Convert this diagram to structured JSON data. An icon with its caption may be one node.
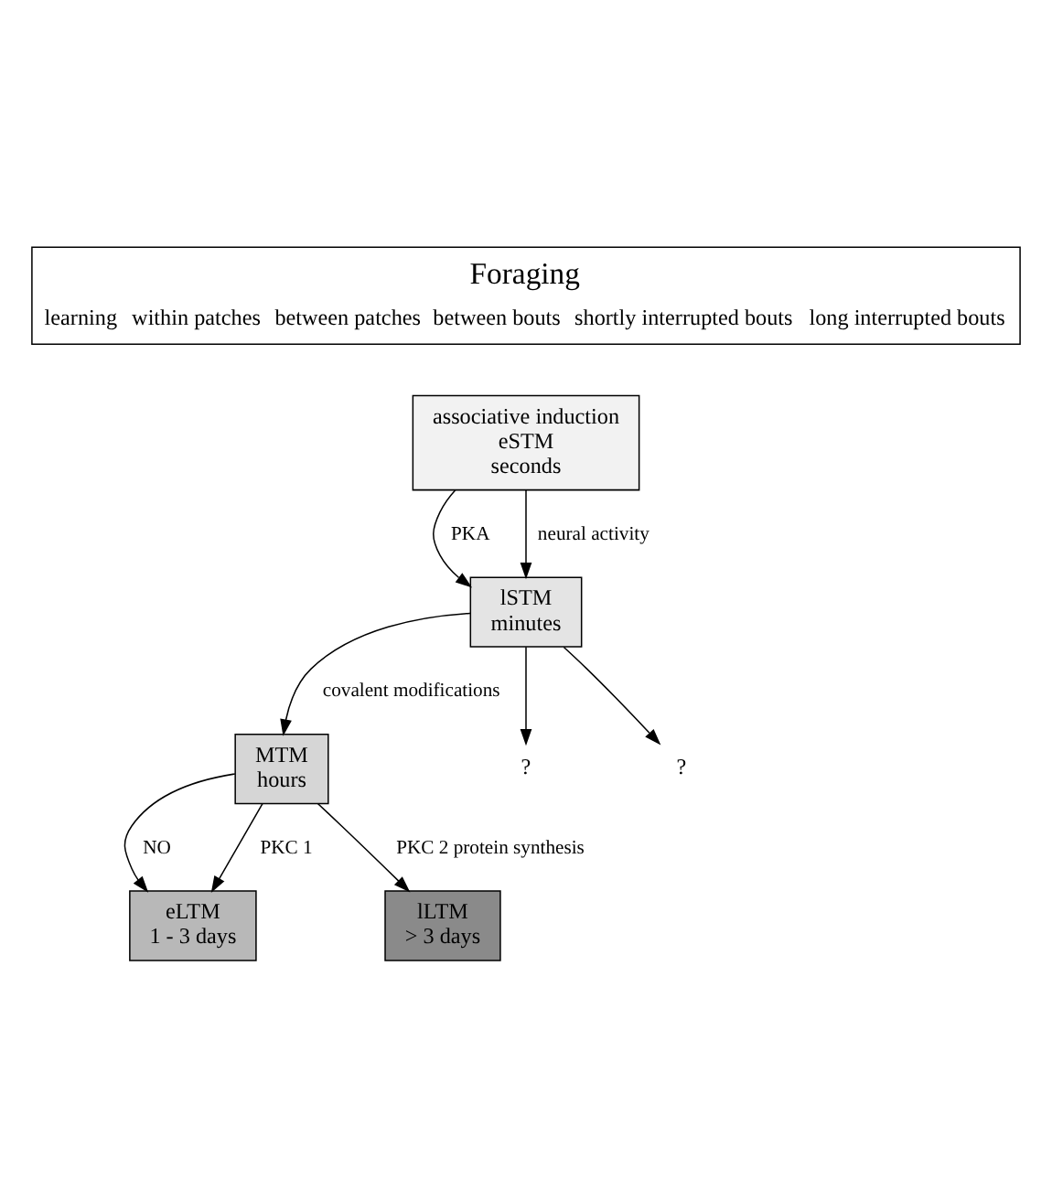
{
  "diagram": {
    "nodes": [
      {
        "text": [
          "Foraging",
          "learning",
          "within patches",
          "between patches",
          "between bouts",
          "shortly interrupted bouts",
          "long interrupted bouts"
        ]
      },
      {
        "text": [
          "associative induction",
          "eSTM",
          "seconds"
        ]
      },
      {
        "text": [
          "lSTM",
          "minutes"
        ]
      },
      {
        "text": [
          "MTM",
          "hours"
        ]
      },
      {
        "text": [
          "eLTM",
          "1 - 3 days"
        ]
      },
      {
        "text": [
          "lLTM",
          "> 3 days"
        ]
      },
      {
        "text": [
          "?"
        ]
      },
      {
        "text": [
          "?"
        ]
      }
    ],
    "edges": [
      {
        "from": 1,
        "to": 2,
        "arrow": "to",
        "label": "PKA"
      },
      {
        "from": 1,
        "to": 2,
        "arrow": "to",
        "label": "neural activity"
      },
      {
        "from": 2,
        "to": 3,
        "arrow": "to",
        "label": "covalent modifications"
      },
      {
        "from": 2,
        "to": 6,
        "arrow": "to"
      },
      {
        "from": 2,
        "to": 7,
        "arrow": "to"
      },
      {
        "from": 3,
        "to": 4,
        "arrow": "to",
        "label": "NO"
      },
      {
        "from": 3,
        "to": 4,
        "arrow": "to",
        "label": "PKC 1"
      },
      {
        "from": 3,
        "to": 5,
        "arrow": "to",
        "label": "PKC 2 protein synthesis"
      }
    ]
  }
}
